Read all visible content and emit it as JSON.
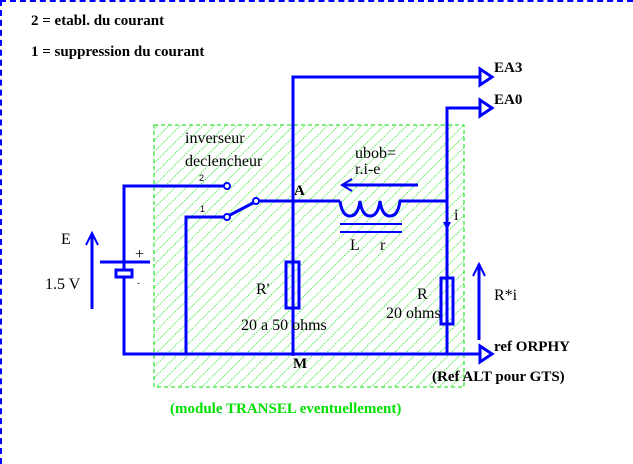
{
  "legend": {
    "line1": "2 = etabl. du courant",
    "line2": "1 = suppression du courant"
  },
  "outputs": {
    "ea3": "EA3",
    "ea0": "EA0",
    "ref_orphy": "ref ORPHY",
    "ref_alt": "(Ref ALT pour GTS)"
  },
  "switch": {
    "label_line1": "inverseur",
    "label_line2": "declencheur",
    "pos2": "2",
    "pos1": "1"
  },
  "nodes": {
    "a": "A",
    "m": "M"
  },
  "source": {
    "name": "E",
    "value": "1.5 V",
    "plus": "+",
    "minus": "-"
  },
  "coil": {
    "voltage_line1": "ubob=",
    "voltage_line2": "r.i-e",
    "inductance": "L",
    "resistance": "r",
    "current": "i"
  },
  "resistor_prime": {
    "name": "R'",
    "value": "20 a 50 ohms"
  },
  "resistor": {
    "name": "R",
    "value": "20 ohms",
    "voltage": "R*i"
  },
  "module": {
    "caption": "(module TRANSEL eventuellement)",
    "color": "#00e000"
  },
  "colors": {
    "wire": "#0000ff",
    "hatch": "#00e000",
    "text": "#000000"
  }
}
